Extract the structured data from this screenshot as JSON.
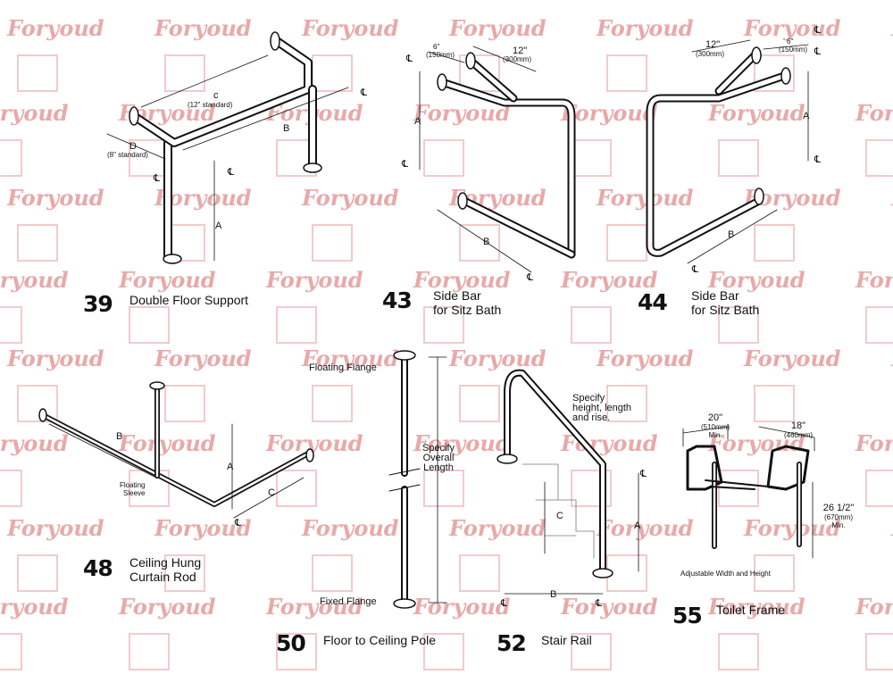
{
  "watermark": {
    "text": "Foryoud",
    "color": "#e8a9a9"
  },
  "products": {
    "p39": {
      "number": "39",
      "title": "Double Floor Support",
      "labels": {
        "c": "c",
        "c_note": "(12\" standard)",
        "d": "D",
        "d_note": "(8\" standard)",
        "b": "B",
        "a": "A"
      }
    },
    "p43": {
      "number": "43",
      "title_line1": "Side Bar",
      "title_line2": "for Sitz Bath",
      "labels": {
        "d1": "6\"",
        "d1_mm": "(150mm)",
        "d2": "12\"",
        "d2_mm": "(300mm)",
        "a": "A",
        "b": "B"
      }
    },
    "p44": {
      "number": "44",
      "title_line1": "Side Bar",
      "title_line2": "for Sitz Bath",
      "labels": {
        "d1": "12\"",
        "d1_mm": "(300mm)",
        "d2": "6\"",
        "d2_mm": "(150mm)",
        "a": "A",
        "b": "B"
      }
    },
    "p48": {
      "number": "48",
      "title_line1": "Ceiling Hung",
      "title_line2": "Curtain Rod",
      "labels": {
        "b": "B",
        "a": "A",
        "c": "C",
        "floating1": "Floating",
        "floating2": "Sleeve"
      }
    },
    "p50": {
      "number": "50",
      "title": "Floor to Ceiling Pole",
      "labels": {
        "top": "Floating Flange",
        "bottom": "Fixed Flange",
        "spec1": "Specify",
        "spec2": "Overall",
        "spec3": "Length"
      }
    },
    "p52": {
      "number": "52",
      "title": "Stair Rail",
      "labels": {
        "spec1": "Specify",
        "spec2": "height, length",
        "spec3": "and rise.",
        "a": "A",
        "b": "B",
        "c": "C"
      }
    },
    "p55": {
      "number": "55",
      "title": "Toilet Frame",
      "labels": {
        "w": "20\"",
        "w_mm": "(510mm)",
        "w_min": "Min.",
        "d": "18\"",
        "d_mm": "(460mm)",
        "h": "26 1/2\"",
        "h_mm": "(670mm)",
        "h_min": "Min.",
        "note": "Adjustable Width and Height"
      }
    }
  },
  "centerline_symbol": "℄"
}
